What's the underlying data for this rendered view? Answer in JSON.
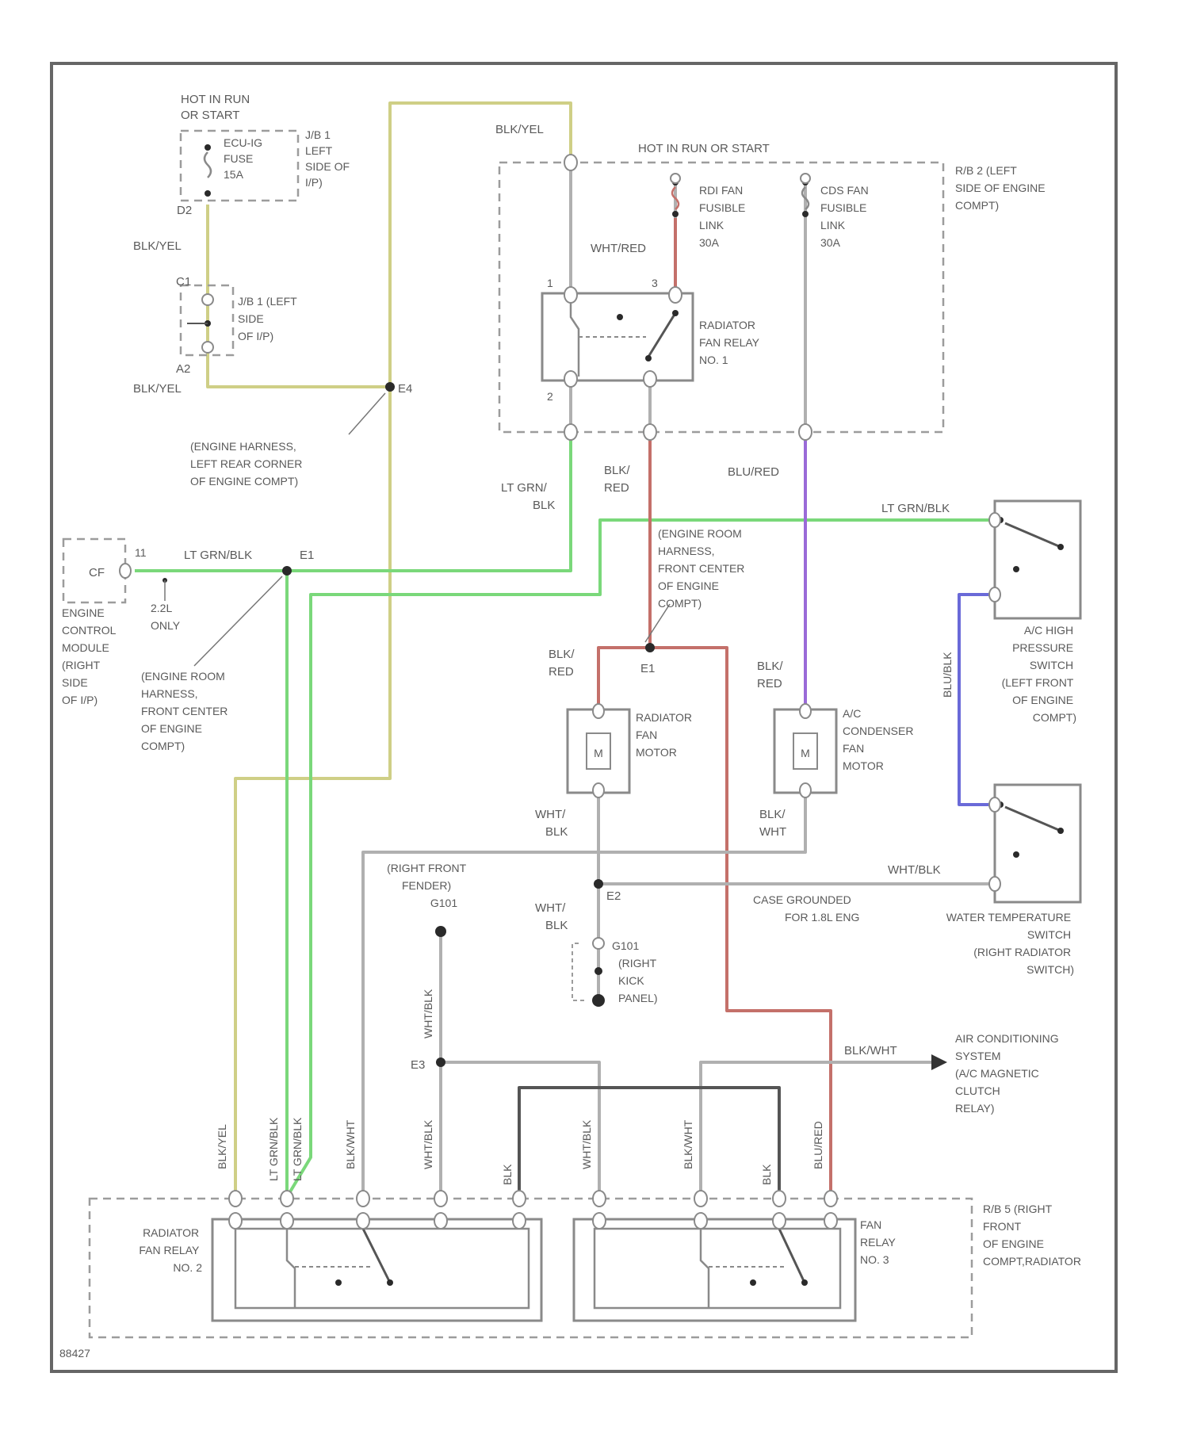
{
  "colors": {
    "yellow_wire": "#cfcf86",
    "green_wire": "#7ad87a",
    "red_wire": "#c4706a",
    "purple_wire": "#9a6ad8",
    "blue_wire": "#6a6ad8",
    "gray_wire": "#b0b0b0",
    "black_wire": "#555555",
    "border": "#666666",
    "text": "#5a5a5a"
  },
  "icons": [
    "fuse-icon",
    "relay-switch-icon",
    "motor-icon",
    "ground-icon",
    "splice-dot-icon",
    "arrow-right-icon"
  ],
  "labels": {
    "hot_run_start_left": [
      "HOT IN RUN",
      "OR START"
    ],
    "fuse_etcs": [
      "ECU-IG",
      "FUSE",
      "15A"
    ],
    "jb1_left_side_top": [
      "J/B 1",
      "LEFT",
      "SIDE OF",
      "I/P)"
    ],
    "d2": "D2",
    "blk_yel_1": "BLK/YEL",
    "c1": "C1",
    "jb1_left_side_mid": [
      "J/B 1 (LEFT",
      "SIDE",
      "OF I/P)"
    ],
    "a2": "A2",
    "blk_yel_2": "BLK/YEL",
    "e4": "E4",
    "engine_harness": [
      "(ENGINE HARNESS,",
      "LEFT REAR CORNER",
      "OF ENGINE COMPT)"
    ],
    "blk_yel_top": "BLK/YEL",
    "hot_run_start_center": "HOT IN RUN OR START",
    "rfuse_link": [
      "RDI FAN",
      "FUSIBLE",
      "LINK",
      "30A"
    ],
    "cdsfan_link": [
      "CDS FAN",
      "FUSIBLE",
      "LINK",
      "30A"
    ],
    "rb2_left": [
      "R/B 2 (LEFT",
      "SIDE OF ENGINE",
      "COMPT)"
    ],
    "wht_red": "WHT/RED",
    "pin1": "1",
    "pin3": "3",
    "pin2": "2",
    "radiator_fan_relay_1": [
      "RADIATOR",
      "FAN RELAY",
      "NO. 1"
    ],
    "lt_grn_blk_1": [
      "LT GRN/",
      "BLK"
    ],
    "blk_red_1": [
      "BLK/",
      "RED"
    ],
    "blu_red": "BLU/RED",
    "lt_grn_blk_top": "LT GRN/BLK",
    "ecm_pin": "CF",
    "pin_11": "11",
    "lt_grn_blk_left": "LT GRN/BLK",
    "e1": "E1",
    "ecm_label": [
      "ENGINE",
      "CONTROL",
      "MODULE",
      "(RIGHT",
      "SIDE",
      "OF I/P)"
    ],
    "only_22": [
      "2.2L",
      "ONLY"
    ],
    "engine_room_harness_left": [
      "(ENGINE ROOM",
      "HARNESS,",
      "FRONT CENTER",
      "OF ENGINE",
      "COMPT)"
    ],
    "engine_room_harness_mid": [
      "(ENGINE ROOM",
      "HARNESS,",
      "FRONT CENTER",
      "OF ENGINE",
      "COMPT)"
    ],
    "ac_high_pressure": [
      "A/C HIGH",
      "PRESSURE",
      "SWITCH",
      "(LEFT FRONT",
      "OF ENGINE",
      "COMPT)"
    ],
    "blu_blk_vert": "BLU/BLK",
    "blk_red_2": [
      "BLK/",
      "RED"
    ],
    "e1b": "E1",
    "blk_red_3": [
      "BLK/",
      "RED"
    ],
    "radiator_fan_motor": [
      "RADIATOR",
      "FAN",
      "MOTOR"
    ],
    "ac_condenser_fan_motor": [
      "A/C",
      "CONDENSER",
      "FAN",
      "MOTOR"
    ],
    "wht_blk_1": [
      "WHT/",
      "BLK"
    ],
    "blk_wht_1": [
      "BLK/",
      "WHT"
    ],
    "right_front_fender": [
      "(RIGHT FRONT",
      "FENDER)",
      "G101"
    ],
    "wht_blk_right": "WHT/BLK",
    "e2": "E2",
    "case_grounded": [
      "CASE GROUNDED",
      "FOR 1.8L ENG"
    ],
    "water_temp_switch": [
      "WATER TEMPERATURE",
      "SWITCH",
      "(RIGHT RADIATOR",
      "SWITCH)"
    ],
    "wht_blk_2": [
      "WHT/",
      "BLK"
    ],
    "g101_right_kick": [
      "G101",
      "(RIGHT",
      "KICK",
      "PANEL)"
    ],
    "wht_blk_vert": "WHT/BLK",
    "e3": "E3",
    "blk_wht_arrow": "BLK/WHT",
    "ac_system": [
      "AIR CONDITIONING",
      "SYSTEM",
      "(A/C MAGNETIC",
      "CLUTCH",
      "RELAY)"
    ],
    "bot_blk_yel": "BLK/YEL",
    "bot_lt_grn_blk_a": "LT GRN/BLK",
    "bot_lt_grn_blk_b": "LT GRN/BLK",
    "bot_blk_wht_a": "BLK/WHT",
    "bot_wht_blk_a": "WHT/BLK",
    "bot_blk_a": "BLK",
    "bot_wht_blk_b": "WHT/BLK",
    "bot_blk_wht_b": "BLK/WHT",
    "bot_blk_b": "BLK",
    "bot_blu_red": "BLU/RED",
    "radiator_fan_relay_2": [
      "RADIATOR",
      "FAN RELAY",
      "NO. 2"
    ],
    "fan_relay_3": [
      "FAN",
      "RELAY",
      "NO. 3"
    ],
    "rb5_right_front": [
      "R/B 5 (RIGHT",
      "FRONT",
      "OF ENGINE",
      "COMPT,RADIATOR"
    ],
    "fig_id": "88427"
  }
}
